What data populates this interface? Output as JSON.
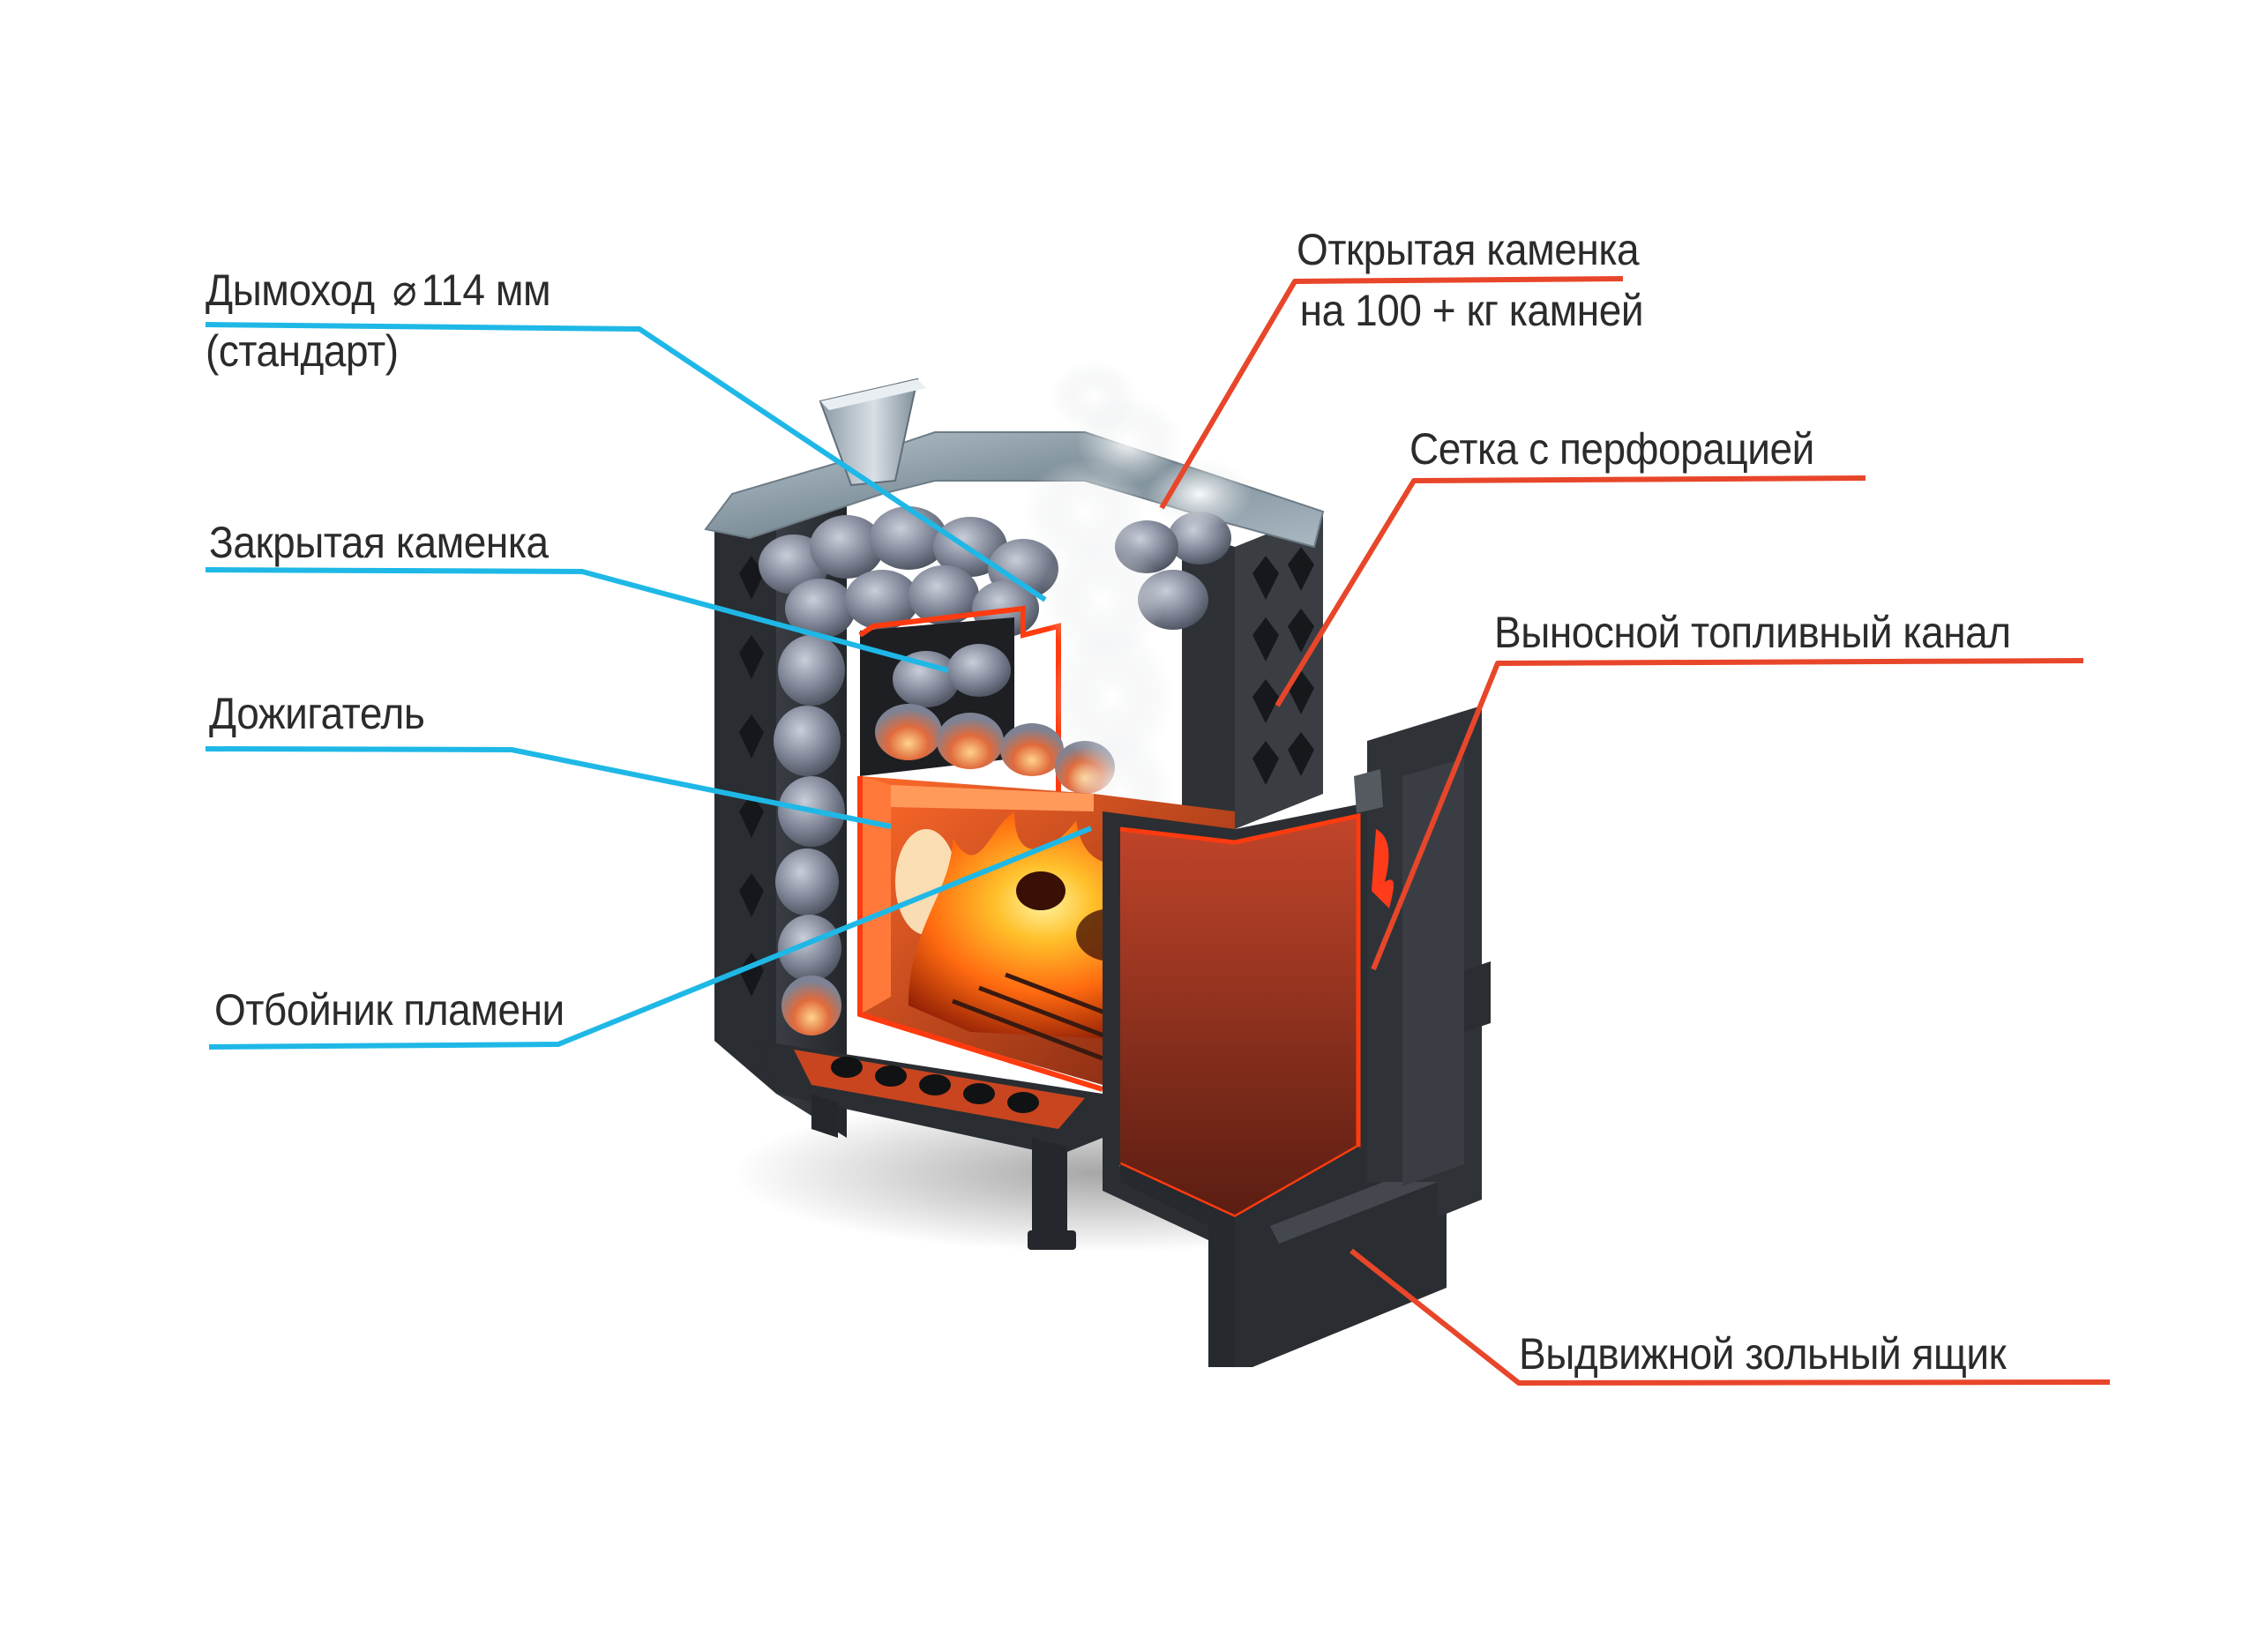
{
  "diagram": {
    "subject": "Sauna stove cutaway",
    "colors": {
      "left_leader": "#1fb8e6",
      "right_leader": "#e8462a",
      "text": "#2b2b2b",
      "body": "#2c2f33",
      "cut_edge": "#ff3b0f",
      "stones": "#8a8f9e",
      "flame": "#ff8c1a"
    },
    "labels": {
      "chimney": {
        "line1_prefix": "Дымоход",
        "symbol": "⌀",
        "line1_suffix": "114 мм",
        "line2": "(стандарт)"
      },
      "closed_heater": {
        "text": "Закрытая каменка"
      },
      "afterburner": {
        "text": "Дожигатель"
      },
      "flame_deflector": {
        "text": "Отбойник пламени"
      },
      "open_heater": {
        "line1": "Открытая каменка",
        "line2": "на 100 + кг камней"
      },
      "perforated_mesh": {
        "text": "Сетка с перфорацией"
      },
      "fuel_channel": {
        "text": "Выносной топливный канал"
      },
      "ash_drawer": {
        "text": "Выдвижной зольный ящик"
      }
    }
  }
}
